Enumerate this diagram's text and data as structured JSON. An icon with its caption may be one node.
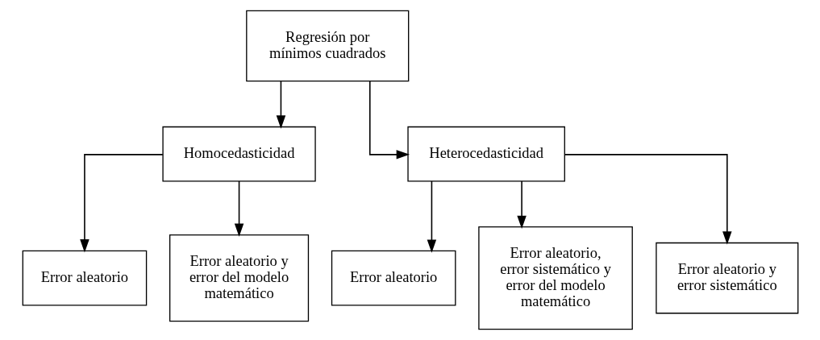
{
  "diagram": {
    "nodes": [
      {
        "text": [
          "Regresión por mínimos cuadrados"
        ]
      },
      {
        "text": [
          "Homocedasticidad"
        ]
      },
      {
        "text": [
          "Heterocedasticidad"
        ]
      },
      {
        "text": [
          "Error aleatorio"
        ]
      },
      {
        "text": [
          "Error aleatorio y error del modelo matemático"
        ]
      },
      {
        "text": [
          "Error aleatorio"
        ]
      },
      {
        "text": [
          "Error aleatorio, error sistemático y error del modelo matemático"
        ]
      },
      {
        "text": [
          "Error aleatorio y error sistemático"
        ]
      }
    ],
    "edges": [
      {
        "from": 0,
        "to": 1,
        "arrow": "to"
      },
      {
        "from": 0,
        "to": 2,
        "arrow": "to"
      },
      {
        "from": 1,
        "to": 3,
        "arrow": "to"
      },
      {
        "from": 1,
        "to": 4,
        "arrow": "to"
      },
      {
        "from": 2,
        "to": 5,
        "arrow": "to"
      },
      {
        "from": 2,
        "to": 6,
        "arrow": "to"
      },
      {
        "from": 2,
        "to": 7,
        "arrow": "to"
      }
    ]
  }
}
